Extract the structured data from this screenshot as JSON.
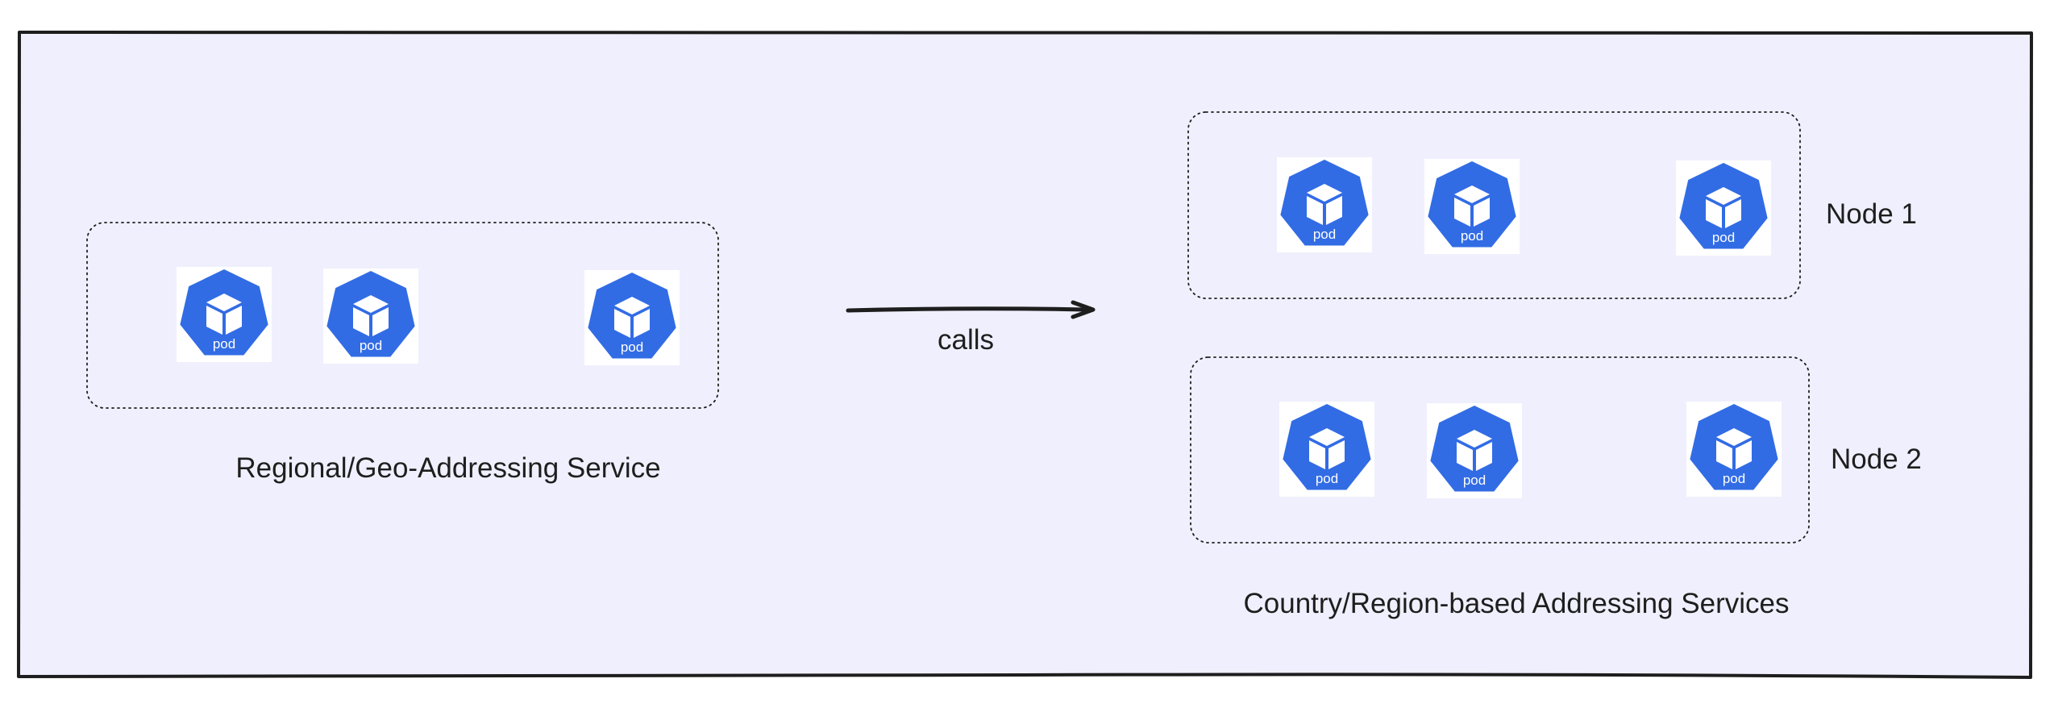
{
  "diagram": {
    "title": "",
    "frame_background": "#f0effd",
    "pod_color": "#326ce5",
    "pod_icon": "kubernetes-pod-icon",
    "pod_label": "pod",
    "source_group": {
      "label": "Regional/Geo-Addressing Service",
      "pod_count": 3
    },
    "edge": {
      "label": "calls",
      "from": "Regional/Geo-Addressing Service",
      "to": "Country/Region-based Addressing Services"
    },
    "target_group": {
      "label": "Country/Region-based Addressing Services",
      "nodes": [
        {
          "label": "Node 1",
          "pod_count": 3
        },
        {
          "label": "Node 2",
          "pod_count": 3
        }
      ]
    }
  }
}
